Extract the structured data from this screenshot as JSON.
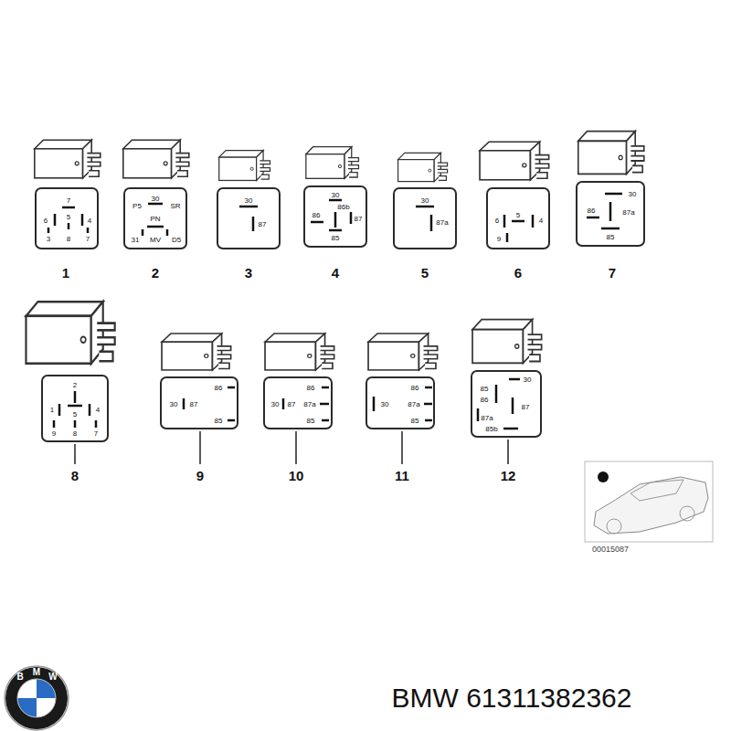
{
  "diagram": {
    "nodes": [
      {
        "text": [
          "7",
          "6",
          "5",
          "4",
          "3",
          "8",
          "7"
        ]
      },
      {
        "text": [
          "P5",
          "30",
          "SR",
          "PN",
          "31",
          "MV",
          "D5"
        ]
      },
      {
        "text": [
          "30",
          "87"
        ]
      },
      {
        "text": [
          "30",
          "86b",
          "86",
          "87",
          "85"
        ]
      },
      {
        "text": [
          "30",
          "87a"
        ]
      },
      {
        "text": [
          "6",
          "5",
          "4",
          "9"
        ]
      },
      {
        "text": [
          "30",
          "86",
          "87a",
          "85"
        ]
      },
      {
        "text": [
          "2",
          "1",
          "5",
          "4",
          "9",
          "8",
          "7"
        ]
      },
      {
        "text": [
          "86",
          "30",
          "87",
          "85"
        ]
      },
      {
        "text": [
          "86",
          "30",
          "87",
          "87a",
          "85"
        ]
      },
      {
        "text": [
          "86",
          "30",
          "87a",
          "85"
        ]
      },
      {
        "text": [
          "30",
          "85",
          "86",
          "87",
          "87a",
          "85b"
        ]
      }
    ],
    "labels": [
      "1",
      "2",
      "3",
      "4",
      "5",
      "6",
      "7",
      "8",
      "9",
      "10",
      "11",
      "12",
      "00015087",
      "B",
      "M",
      "W",
      "BMW 61311382362"
    ]
  }
}
